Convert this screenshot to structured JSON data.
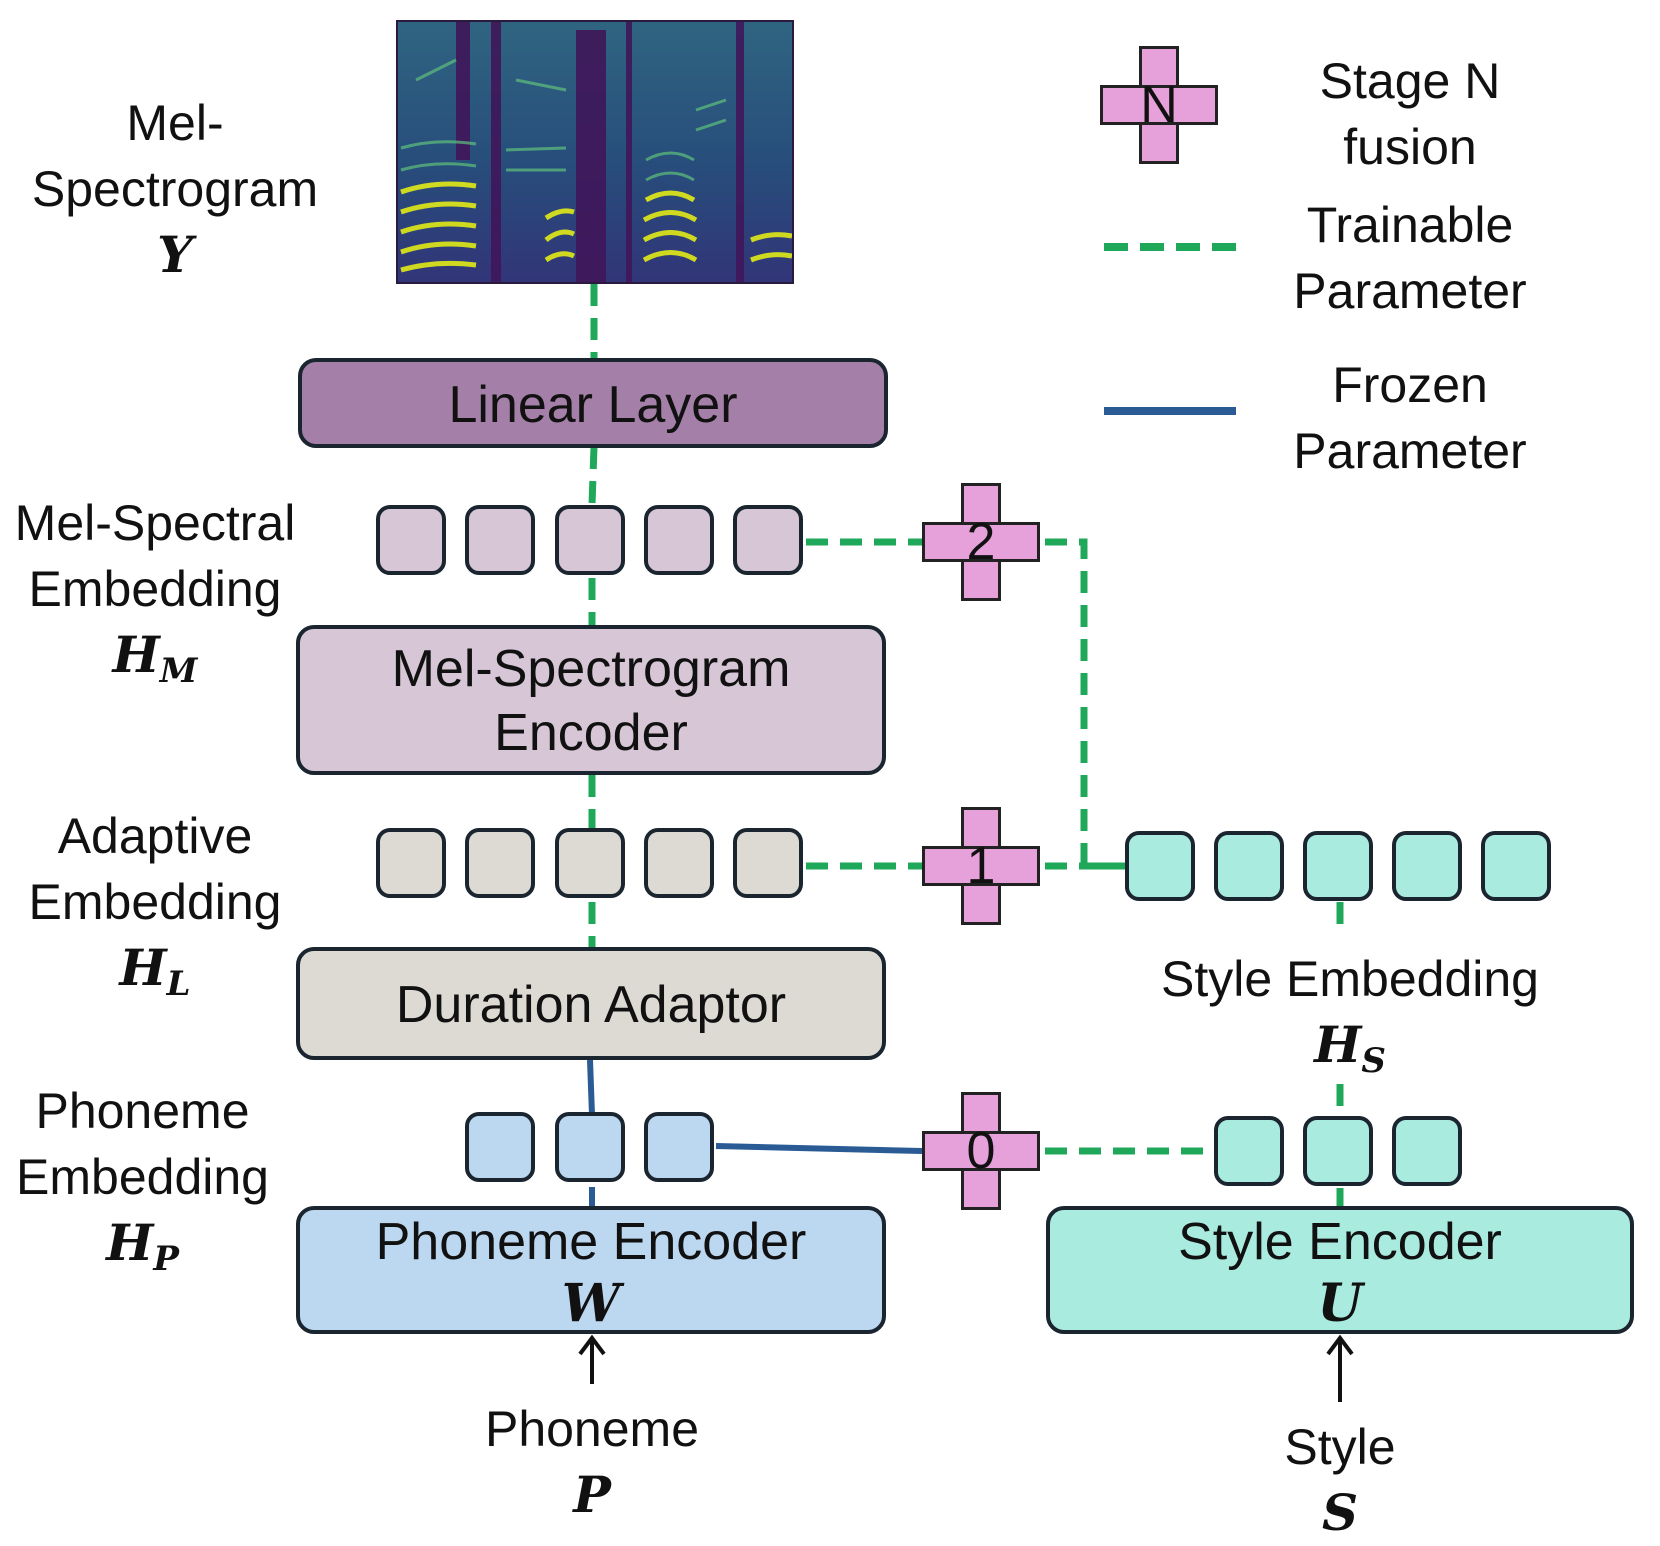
{
  "mel_spectrogram": {
    "label_line1": "Mel-",
    "label_line2": "Spectrogram",
    "symbol": "Y",
    "colors": {
      "background": "#40165a",
      "mid": "#2a7f8e",
      "bright": "#d8e21c"
    }
  },
  "linear_layer": {
    "label": "Linear Layer",
    "color": "#a47fa8"
  },
  "mel_spectral_embedding": {
    "label_line1": "Mel-Spectral",
    "label_line2": "Embedding",
    "symbol": "H",
    "subscript": "M",
    "color": "#d6c6d6"
  },
  "mel_encoder": {
    "label_line1": "Mel-Spectrogram",
    "label_line2": "Encoder",
    "color": "#d6c6d6"
  },
  "adaptive_embedding": {
    "label_line1": "Adaptive",
    "label_line2": "Embedding",
    "symbol": "H",
    "subscript": "L",
    "color": "#dcdad3"
  },
  "duration_adaptor": {
    "label": "Duration Adaptor",
    "color": "#dcdad3"
  },
  "phoneme_embedding": {
    "label_line1": "Phoneme",
    "label_line2": "Embedding",
    "symbol": "H",
    "subscript": "P",
    "color": "#bcd7f0"
  },
  "phoneme_encoder": {
    "label": "Phoneme Encoder",
    "symbol": "W",
    "color": "#bcd7f0"
  },
  "phoneme_input": {
    "label": "Phoneme",
    "symbol": "P"
  },
  "style_embedding": {
    "label": "Style Embedding",
    "symbol": "H",
    "subscript": "S",
    "color": "#a9ebdf"
  },
  "style_encoder": {
    "label": "Style Encoder",
    "symbol": "U",
    "color": "#a9ebdf"
  },
  "style_input": {
    "label": "Style",
    "symbol": "S"
  },
  "fusion_nodes": [
    {
      "stage": "2"
    },
    {
      "stage": "1"
    },
    {
      "stage": "0"
    }
  ],
  "legend": {
    "fusion_symbol": "N",
    "fusion_line1": "Stage N",
    "fusion_line2": "fusion",
    "trainable_line1": "Trainable",
    "trainable_line2": "Parameter",
    "frozen_line1": "Frozen",
    "frozen_line2": "Parameter",
    "trainable_color": "#1fa85a",
    "frozen_color": "#2a5b94"
  }
}
